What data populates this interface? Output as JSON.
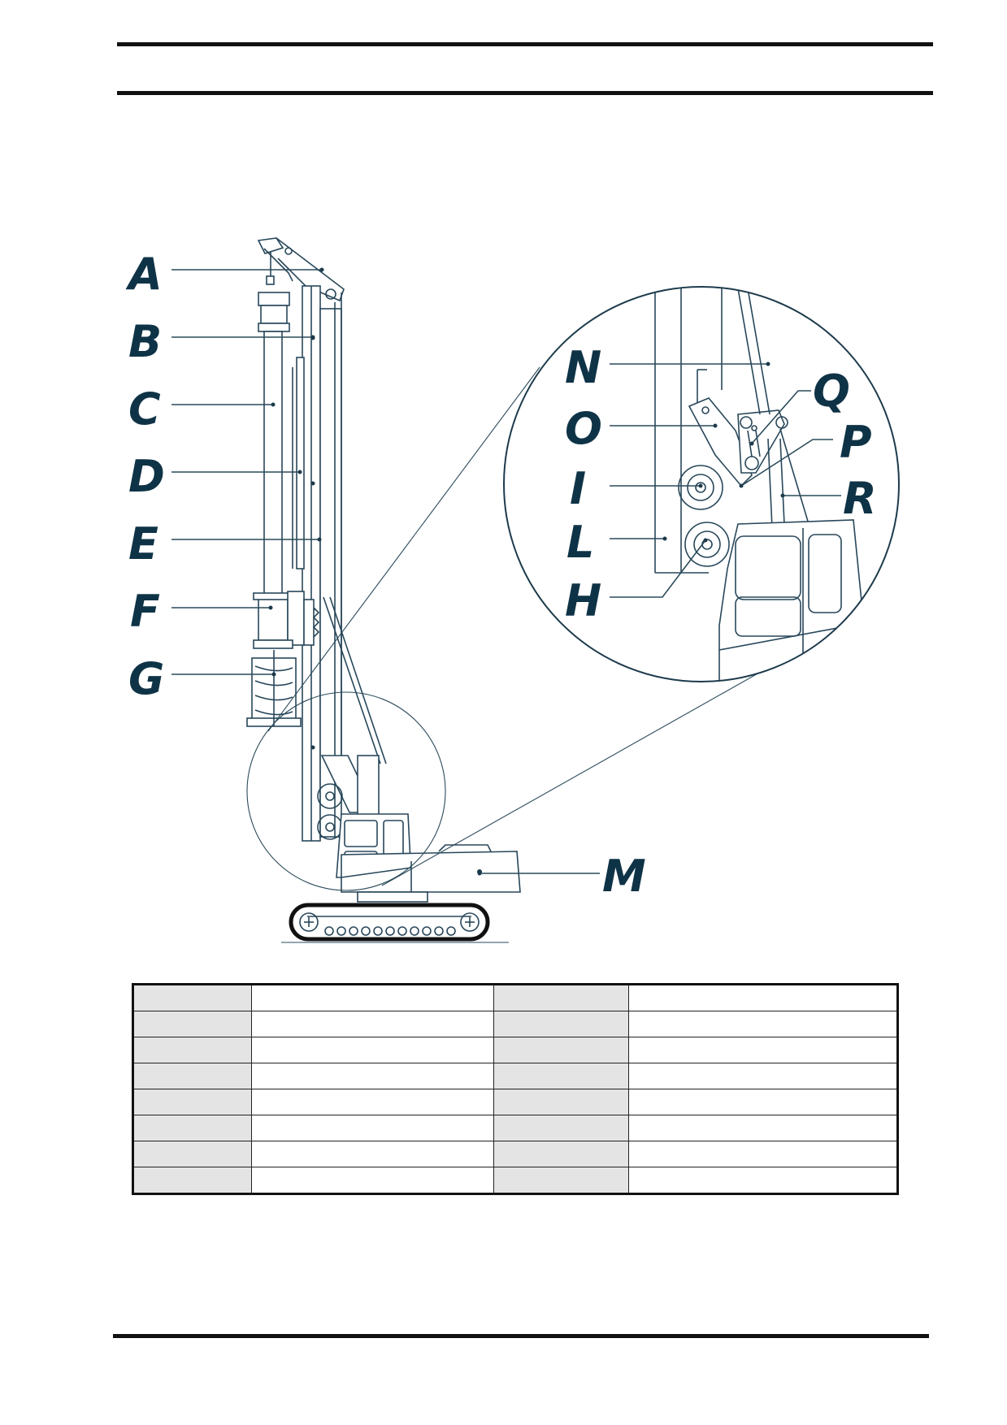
{
  "callouts": {
    "left": [
      "A",
      "B",
      "C",
      "D",
      "E",
      "F",
      "G"
    ],
    "right_inset": [
      "N",
      "O",
      "I",
      "L",
      "H"
    ],
    "inset_side": [
      "Q",
      "P",
      "R"
    ],
    "machine": "M"
  },
  "parts_table": {
    "rows": [
      {
        "code_a": "",
        "name_a": "",
        "code_b": "",
        "name_b": ""
      },
      {
        "code_a": "",
        "name_a": "",
        "code_b": "",
        "name_b": ""
      },
      {
        "code_a": "",
        "name_a": "",
        "code_b": "",
        "name_b": ""
      },
      {
        "code_a": "",
        "name_a": "",
        "code_b": "",
        "name_b": ""
      },
      {
        "code_a": "",
        "name_a": "",
        "code_b": "",
        "name_b": ""
      },
      {
        "code_a": "",
        "name_a": "",
        "code_b": "",
        "name_b": ""
      },
      {
        "code_a": "",
        "name_a": "",
        "code_b": "",
        "name_b": ""
      },
      {
        "code_a": "",
        "name_a": "",
        "code_b": "",
        "name_b": ""
      }
    ]
  },
  "colors": {
    "label": "#0f3346",
    "line": "#2a4a5a",
    "table_key_bg": "#e4e4e4"
  }
}
